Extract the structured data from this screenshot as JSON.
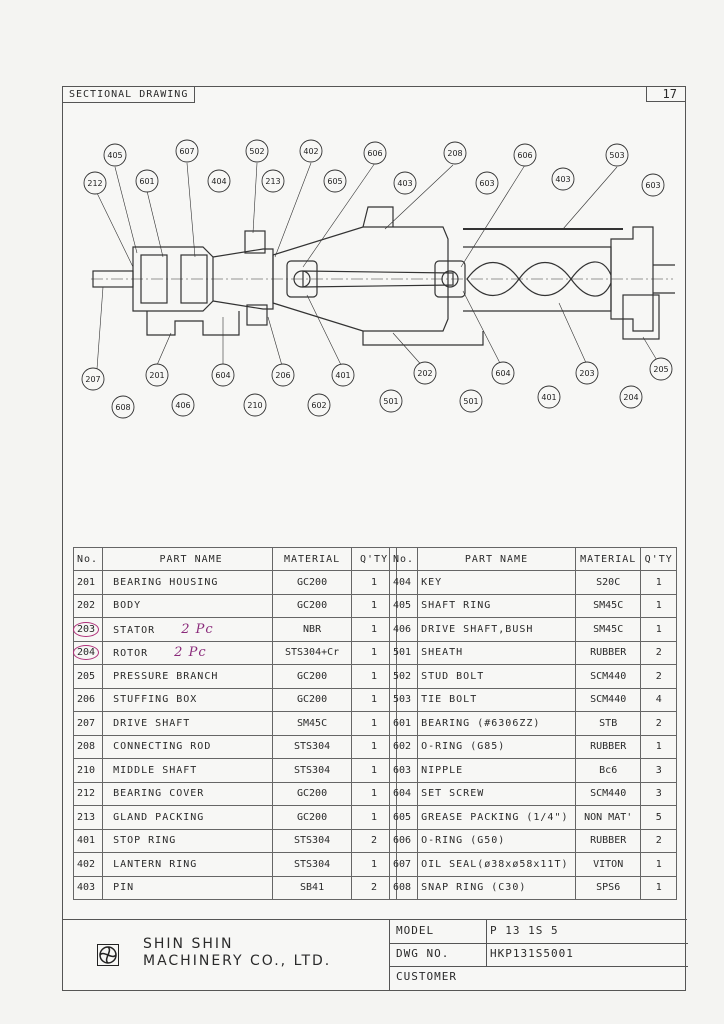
{
  "header": {
    "title": "SECTIONAL DRAWING",
    "page_number": "17"
  },
  "drawing": {
    "top_labels": [
      "405",
      "607",
      "502",
      "402",
      "606",
      "208",
      "606",
      "503",
      "212",
      "601",
      "404",
      "213",
      "605",
      "403",
      "603",
      "403",
      "603"
    ],
    "bottom_labels": [
      "207",
      "201",
      "604",
      "206",
      "401",
      "202",
      "604",
      "203",
      "205",
      "608",
      "406",
      "210",
      "602",
      "501",
      "501",
      "401",
      "204"
    ]
  },
  "parts_left": {
    "headers": [
      "No.",
      "PART NAME",
      "MATERIAL",
      "Q'TY"
    ],
    "rows": [
      [
        "201",
        "BEARING HOUSING",
        "GC200",
        "1"
      ],
      [
        "202",
        "BODY",
        "GC200",
        "1"
      ],
      [
        "203",
        "STATOR",
        "NBR",
        "1"
      ],
      [
        "204",
        "ROTOR",
        "STS304+Cr",
        "1"
      ],
      [
        "205",
        "PRESSURE BRANCH",
        "GC200",
        "1"
      ],
      [
        "206",
        "STUFFING BOX",
        "GC200",
        "1"
      ],
      [
        "207",
        "DRIVE SHAFT",
        "SM45C",
        "1"
      ],
      [
        "208",
        "CONNECTING ROD",
        "STS304",
        "1"
      ],
      [
        "210",
        "MIDDLE SHAFT",
        "STS304",
        "1"
      ],
      [
        "212",
        "BEARING COVER",
        "GC200",
        "1"
      ],
      [
        "213",
        "GLAND PACKING",
        "GC200",
        "1"
      ],
      [
        "401",
        "STOP RING",
        "STS304",
        "2"
      ],
      [
        "402",
        "LANTERN RING",
        "STS304",
        "1"
      ],
      [
        "403",
        "PIN",
        "SB41",
        "2"
      ]
    ],
    "handwritten_203": "2 Pc",
    "handwritten_204": "2 Pc"
  },
  "parts_right": {
    "headers": [
      "No.",
      "PART NAME",
      "MATERIAL",
      "Q'TY"
    ],
    "rows": [
      [
        "404",
        "KEY",
        "S20C",
        "1"
      ],
      [
        "405",
        "SHAFT RING",
        "SM45C",
        "1"
      ],
      [
        "406",
        "DRIVE SHAFT,BUSH",
        "SM45C",
        "1"
      ],
      [
        "501",
        "SHEATH",
        "RUBBER",
        "2"
      ],
      [
        "502",
        "STUD BOLT",
        "SCM440",
        "2"
      ],
      [
        "503",
        "TIE BOLT",
        "SCM440",
        "4"
      ],
      [
        "601",
        "BEARING (#6306ZZ)",
        "STB",
        "2"
      ],
      [
        "602",
        "O-RING (G85)",
        "RUBBER",
        "1"
      ],
      [
        "603",
        "NIPPLE",
        "Bc6",
        "3"
      ],
      [
        "604",
        "SET SCREW",
        "SCM440",
        "3"
      ],
      [
        "605",
        "GREASE PACKING (1/4\")",
        "NON MAT'",
        "5"
      ],
      [
        "606",
        "O-RING (G50)",
        "RUBBER",
        "2"
      ],
      [
        "607",
        "OIL SEAL(ø38xø58x11T)",
        "VITON",
        "1"
      ],
      [
        "608",
        "SNAP RING (C30)",
        "SPS6",
        "1"
      ]
    ]
  },
  "titleblock": {
    "company_line1": "SHIN SHIN",
    "company_line2": "MACHINERY CO., LTD.",
    "model_label": "MODEL",
    "model_value": "P 13 1S 5",
    "dwg_label": "DWG NO.",
    "dwg_value": "HKP131S5001",
    "customer_label": "CUSTOMER",
    "customer_value": ""
  }
}
